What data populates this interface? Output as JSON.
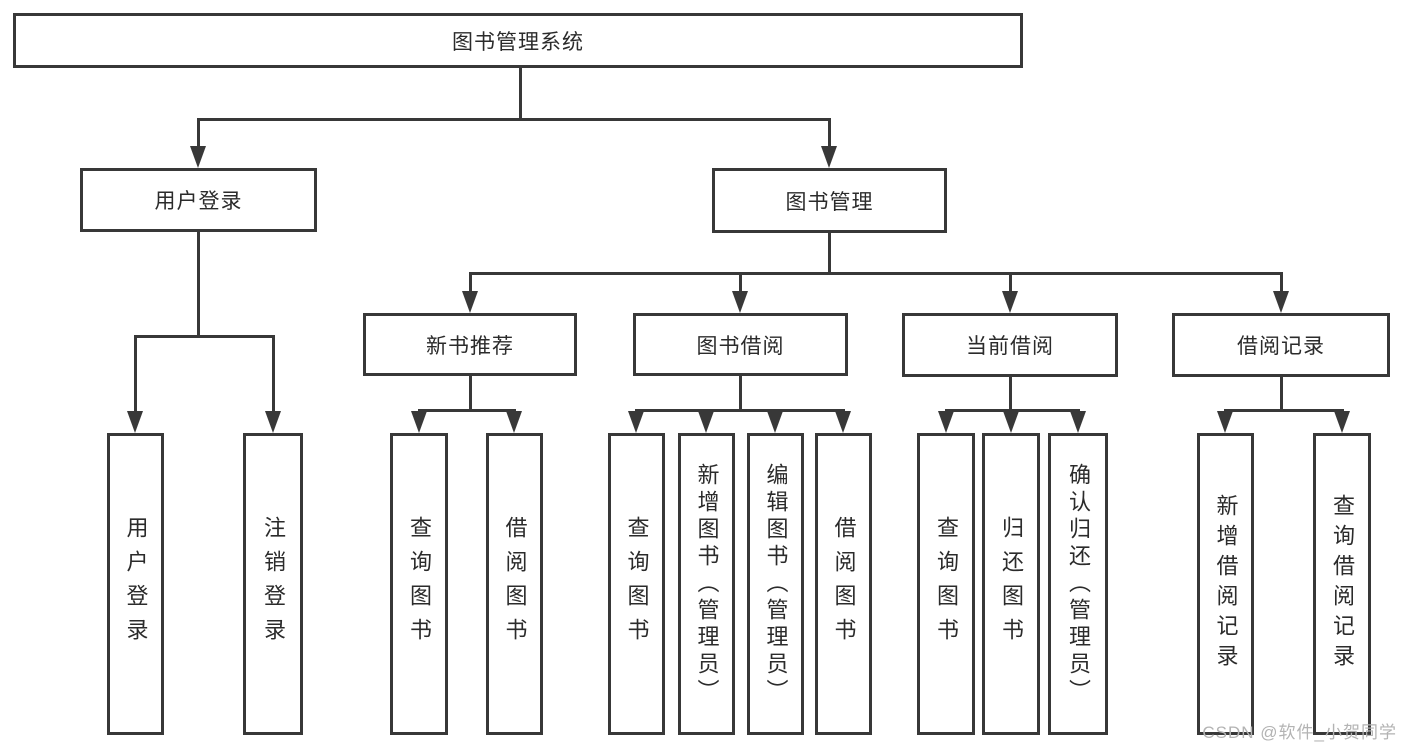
{
  "diagram": {
    "root": {
      "label": "图书管理系统"
    },
    "level2": [
      {
        "label": "用户登录"
      },
      {
        "label": "图书管理"
      }
    ],
    "level3": [
      {
        "label": "新书推荐"
      },
      {
        "label": "图书借阅"
      },
      {
        "label": "当前借阅"
      },
      {
        "label": "借阅记录"
      }
    ],
    "leaves": [
      {
        "label": "用户登录"
      },
      {
        "label": "注销登录"
      },
      {
        "label": "查询图书"
      },
      {
        "label": "借阅图书"
      },
      {
        "label": "查询图书"
      },
      {
        "label": "新增图书（管理员）"
      },
      {
        "label": "编辑图书（管理员）"
      },
      {
        "label": "借阅图书"
      },
      {
        "label": "查询图书"
      },
      {
        "label": "归还图书"
      },
      {
        "label": "确认归还（管理员）"
      },
      {
        "label": "新增借阅记录"
      },
      {
        "label": "查询借阅记录"
      }
    ]
  },
  "watermark": {
    "text": "CSDN @软件_小贺同学"
  },
  "colors": {
    "line": "#383838",
    "text": "#2b2b2b",
    "box_fill": "#ffffff",
    "watermark": "#b3b3b3",
    "background": "#ffffff"
  }
}
